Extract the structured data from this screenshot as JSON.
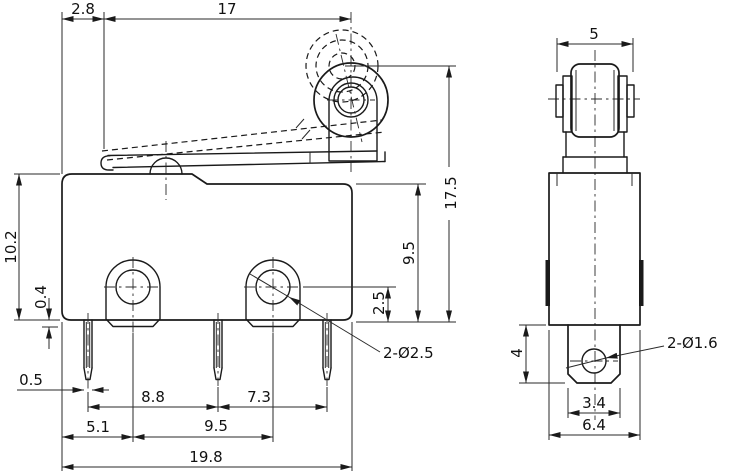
{
  "front_view": {
    "dims": {
      "lever_pivot_offset": "2.8",
      "lever_length": "17",
      "body_height": "10.2",
      "boss_step": "0.4",
      "terminal_thickness": "0.5",
      "terminal_pitch_left": "8.8",
      "terminal_pitch_right": "7.3",
      "hole_edge_offset": "5.1",
      "hole_pitch": "9.5",
      "overall_width": "19.8",
      "free_position_height": "17.5",
      "case_height_right": "9.5",
      "hole_center_from_bottom": "2.5",
      "mounting_holes_note": "2-Ø2.5"
    }
  },
  "side_view": {
    "dims": {
      "roller_bracket_width": "5",
      "tab_height": "4",
      "tab_width": "3.4",
      "overall_depth": "6.4",
      "tab_holes_note": "2-Ø1.6"
    }
  }
}
